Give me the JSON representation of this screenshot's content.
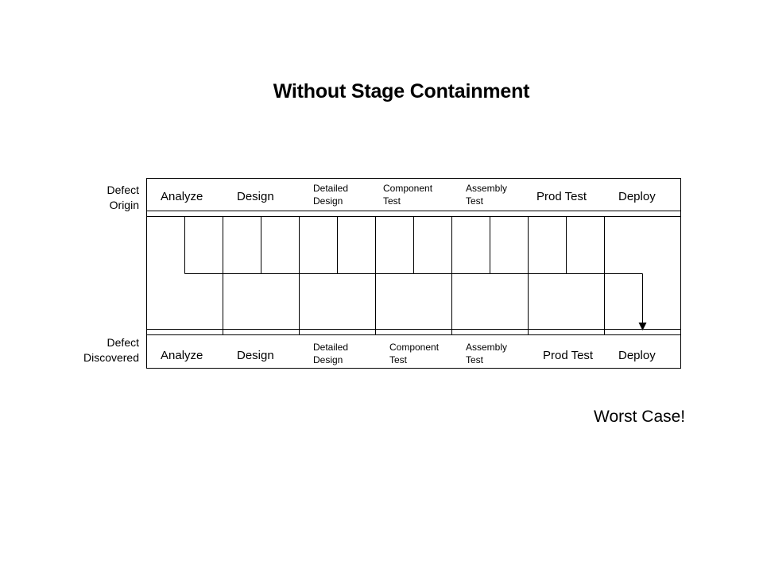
{
  "title": "Without Stage Containment",
  "rows": {
    "origin": {
      "label": "Defect\nOrigin"
    },
    "discovered": {
      "label": "Defect\nDiscovered"
    }
  },
  "stages": [
    {
      "origin": "Analyze",
      "discovered": "Analyze",
      "small": false
    },
    {
      "origin": "Design",
      "discovered": "Design",
      "small": false
    },
    {
      "origin": "Detailed\nDesign",
      "discovered": "Detailed\nDesign",
      "small": true
    },
    {
      "origin": "Component\nTest",
      "discovered": "Component\nTest",
      "small": true
    },
    {
      "origin": "Assembly\nTest",
      "discovered": "Assembly\nTest",
      "small": true
    },
    {
      "origin": "Prod Test",
      "discovered": "Prod Test",
      "small": false
    },
    {
      "origin": "Deploy",
      "discovered": "Deploy",
      "small": false
    }
  ],
  "note": "Worst Case!"
}
